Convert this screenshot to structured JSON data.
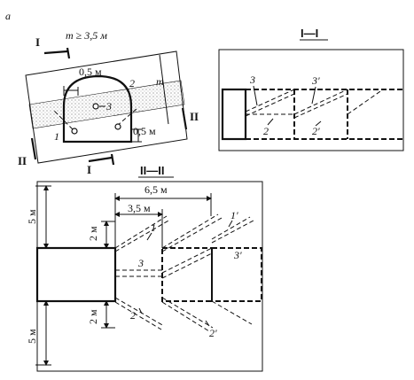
{
  "figure_letter": "a",
  "condition": "m ≥ 3,5 м",
  "section_labels": {
    "plan_I_left": "I",
    "plan_I_bottom": "I",
    "plan_II_left": "II",
    "plan_II_right": "II",
    "section_I": "I—I",
    "section_II": "II—II"
  },
  "plan_view": {
    "dim_top": "0,5 м",
    "dim_right": "0,5 м",
    "dim_m": "m",
    "label_1": "1",
    "label_2": "2",
    "label_3": "3"
  },
  "section_I_view": {
    "label_3": "3",
    "label_3p": "3'",
    "label_2": "2",
    "label_2p": "2'"
  },
  "section_II_view": {
    "dim_6_5": "6,5 м",
    "dim_3_5": "3,5 м",
    "dim_2m_top": "2 м",
    "dim_2m_bottom": "2 м",
    "dim_5m_top": "5 м",
    "dim_5m_bottom": "5 м",
    "label_1": "1",
    "label_1p": "1'",
    "label_3": "3",
    "label_3p": "3'",
    "label_2": "2",
    "label_2p": "2'"
  }
}
